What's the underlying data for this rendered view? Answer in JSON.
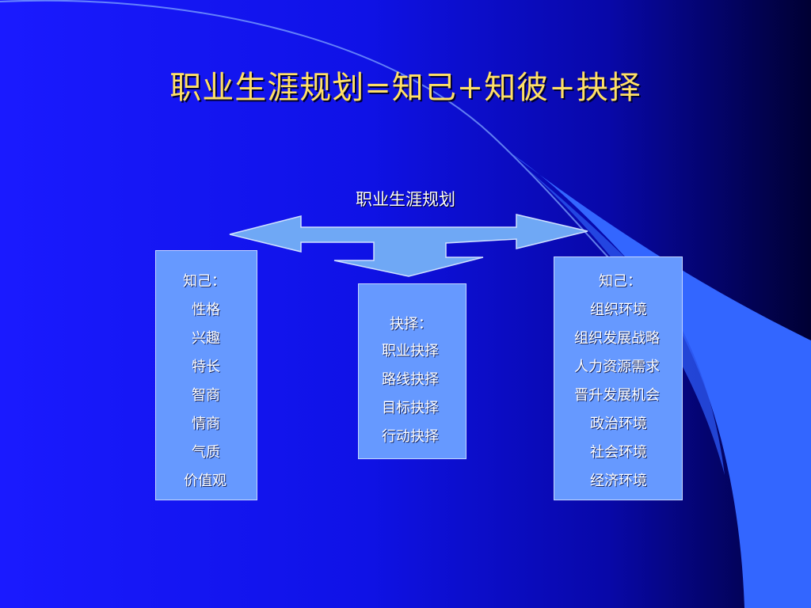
{
  "title": "职业生涯规划=知己+知彼+抉择",
  "center_label": "职业生涯规划",
  "colors": {
    "background": "#1a1aff",
    "title": "#ffe066",
    "arrow_fill": "#6fa8f5",
    "box_fill": "#6699ff",
    "curve": "#3366ff"
  },
  "left_box": {
    "heading": "知己：",
    "items": [
      "性格",
      "兴趣",
      "特长",
      "智商",
      "情商",
      "气质",
      "价值观"
    ]
  },
  "middle_box": {
    "heading": "抉择：",
    "items": [
      "职业抉择",
      "路线抉择",
      "目标抉择",
      "行动抉择"
    ]
  },
  "right_box": {
    "heading": "知己：",
    "items": [
      "组织环境",
      "组织发展战略",
      "人力资源需求",
      "晋升发展机会",
      "政治环境",
      "社会环境",
      "经济环境"
    ]
  }
}
